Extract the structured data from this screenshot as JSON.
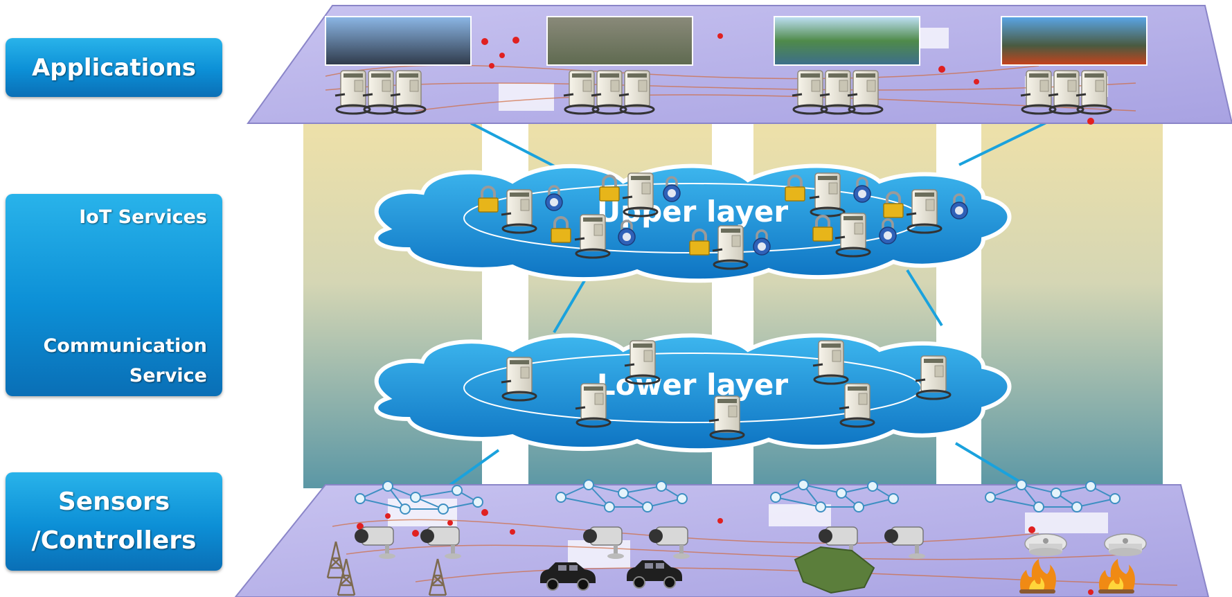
{
  "side_buttons": {
    "applications": "Applications",
    "iot_services": "IoT Services",
    "communication_line1": "Communication",
    "communication_line2": "Service",
    "sensors_line1": "Sensors",
    "sensors_line2": "/Controllers"
  },
  "clouds": {
    "upper": "Upper layer",
    "lower": "Lower layer"
  },
  "colors": {
    "button": "#0c8fd6",
    "cloud": "#1a8fd4",
    "plane": "#b7b2ea",
    "column_top": "#efe1a8",
    "column_bottom": "#5b97a5",
    "link": "#1aa2dd"
  },
  "icons": [
    "server-icon",
    "padlock-icon",
    "combination-lock-icon",
    "camera-icon",
    "car-icon",
    "tower-icon",
    "fire-icon",
    "smoke-detector-icon"
  ]
}
